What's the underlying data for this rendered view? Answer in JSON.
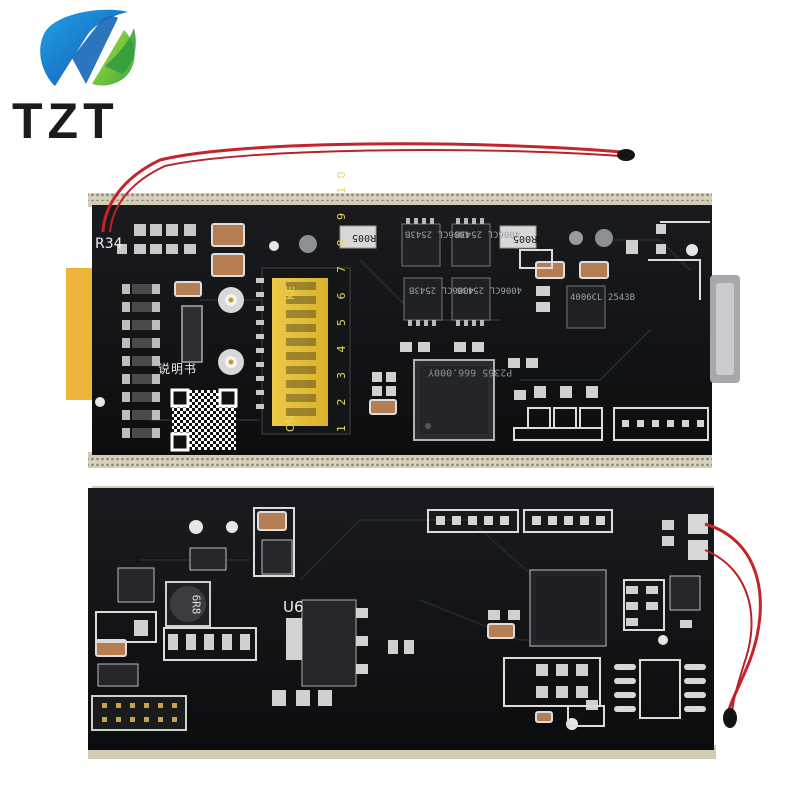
{
  "logo": {
    "text": "TZT"
  },
  "boards": {
    "top": {
      "silkscreen": {
        "ref_r34": "R34",
        "manual_label": "说明书",
        "dip_ke": "KE",
        "dip_on": "ON",
        "dip_numbers": "1 2 3 4 5 6 7 8 9 10",
        "res_mark_1": "R005",
        "res_mark_2": "R005",
        "chip_mark_1": "4006CL 2543B",
        "chip_mark_2": "4006CL 2543B",
        "chip_mark_3": "4006CL 2543B",
        "chip_mark_4": "4006CL 2543B",
        "chip_mark_5": "4006CL 2543B",
        "mcu_mark": "P2365 666.000Y"
      }
    },
    "bottom": {
      "silkscreen": {
        "ref_u6": "U6",
        "inductor_mark": "6R8"
      }
    }
  },
  "colors": {
    "pcb": "#111214",
    "pcb_edge": "#d9cfae",
    "dip_switch": "#efd64a",
    "wire": "#c4252c",
    "logo_blue": "#1675c9",
    "logo_green": "#7ac943"
  }
}
